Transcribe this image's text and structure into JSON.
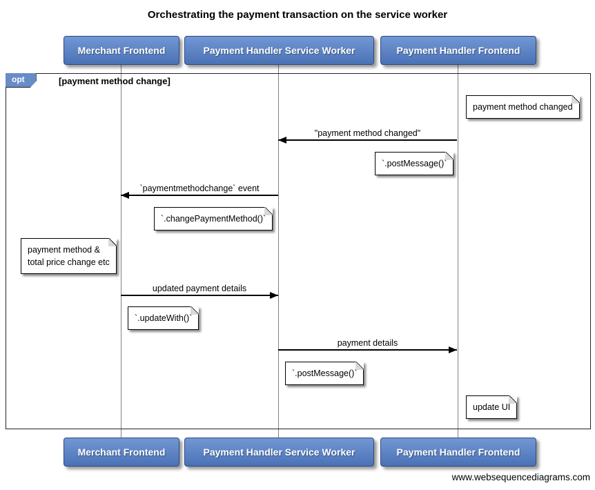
{
  "title": "Orchestrating the payment transaction on the service worker",
  "watermark": "www.websequencediagrams.com",
  "colors": {
    "actor_fill_top": "#7397d4",
    "actor_fill_bottom": "#4a72b6",
    "actor_border": "#2c4a7c",
    "actor_text": "#ffffff",
    "fragment_tag_fill": "#688cc8",
    "lifeline": "#808080",
    "line": "#000000",
    "note_fill": "#ffffff"
  },
  "participants": [
    {
      "label": "Merchant Frontend"
    },
    {
      "label": "Payment Handler Service Worker"
    },
    {
      "label": "Payment Handler Frontend"
    }
  ],
  "fragment": {
    "operator": "opt",
    "condition": "[payment method change]"
  },
  "messages": [
    {
      "label": "\"payment method changed\"",
      "from": "Payment Handler Frontend",
      "to": "Payment Handler Service Worker",
      "direction": "left"
    },
    {
      "label": "`paymentmethodchange` event",
      "from": "Payment Handler Service Worker",
      "to": "Merchant Frontend",
      "direction": "left"
    },
    {
      "label": "updated payment details",
      "from": "Merchant Frontend",
      "to": "Payment Handler Service Worker",
      "direction": "right"
    },
    {
      "label": "payment details",
      "from": "Payment Handler Service Worker",
      "to": "Payment Handler Frontend",
      "direction": "right"
    }
  ],
  "notes": [
    {
      "text": "payment method changed",
      "anchor": "Payment Handler Frontend"
    },
    {
      "text": "`.postMessage()`",
      "anchor": "Payment Handler Service Worker"
    },
    {
      "text": "`.changePaymentMethod()`",
      "anchor": "Payment Handler Service Worker"
    },
    {
      "text": "payment method &\ntotal price change etc",
      "anchor": "Merchant Frontend"
    },
    {
      "text": "`.updateWith()`",
      "anchor": "Merchant Frontend"
    },
    {
      "text": "`.postMessage()`",
      "anchor": "Payment Handler Service Worker"
    },
    {
      "text": "update UI",
      "anchor": "Payment Handler Frontend"
    }
  ]
}
